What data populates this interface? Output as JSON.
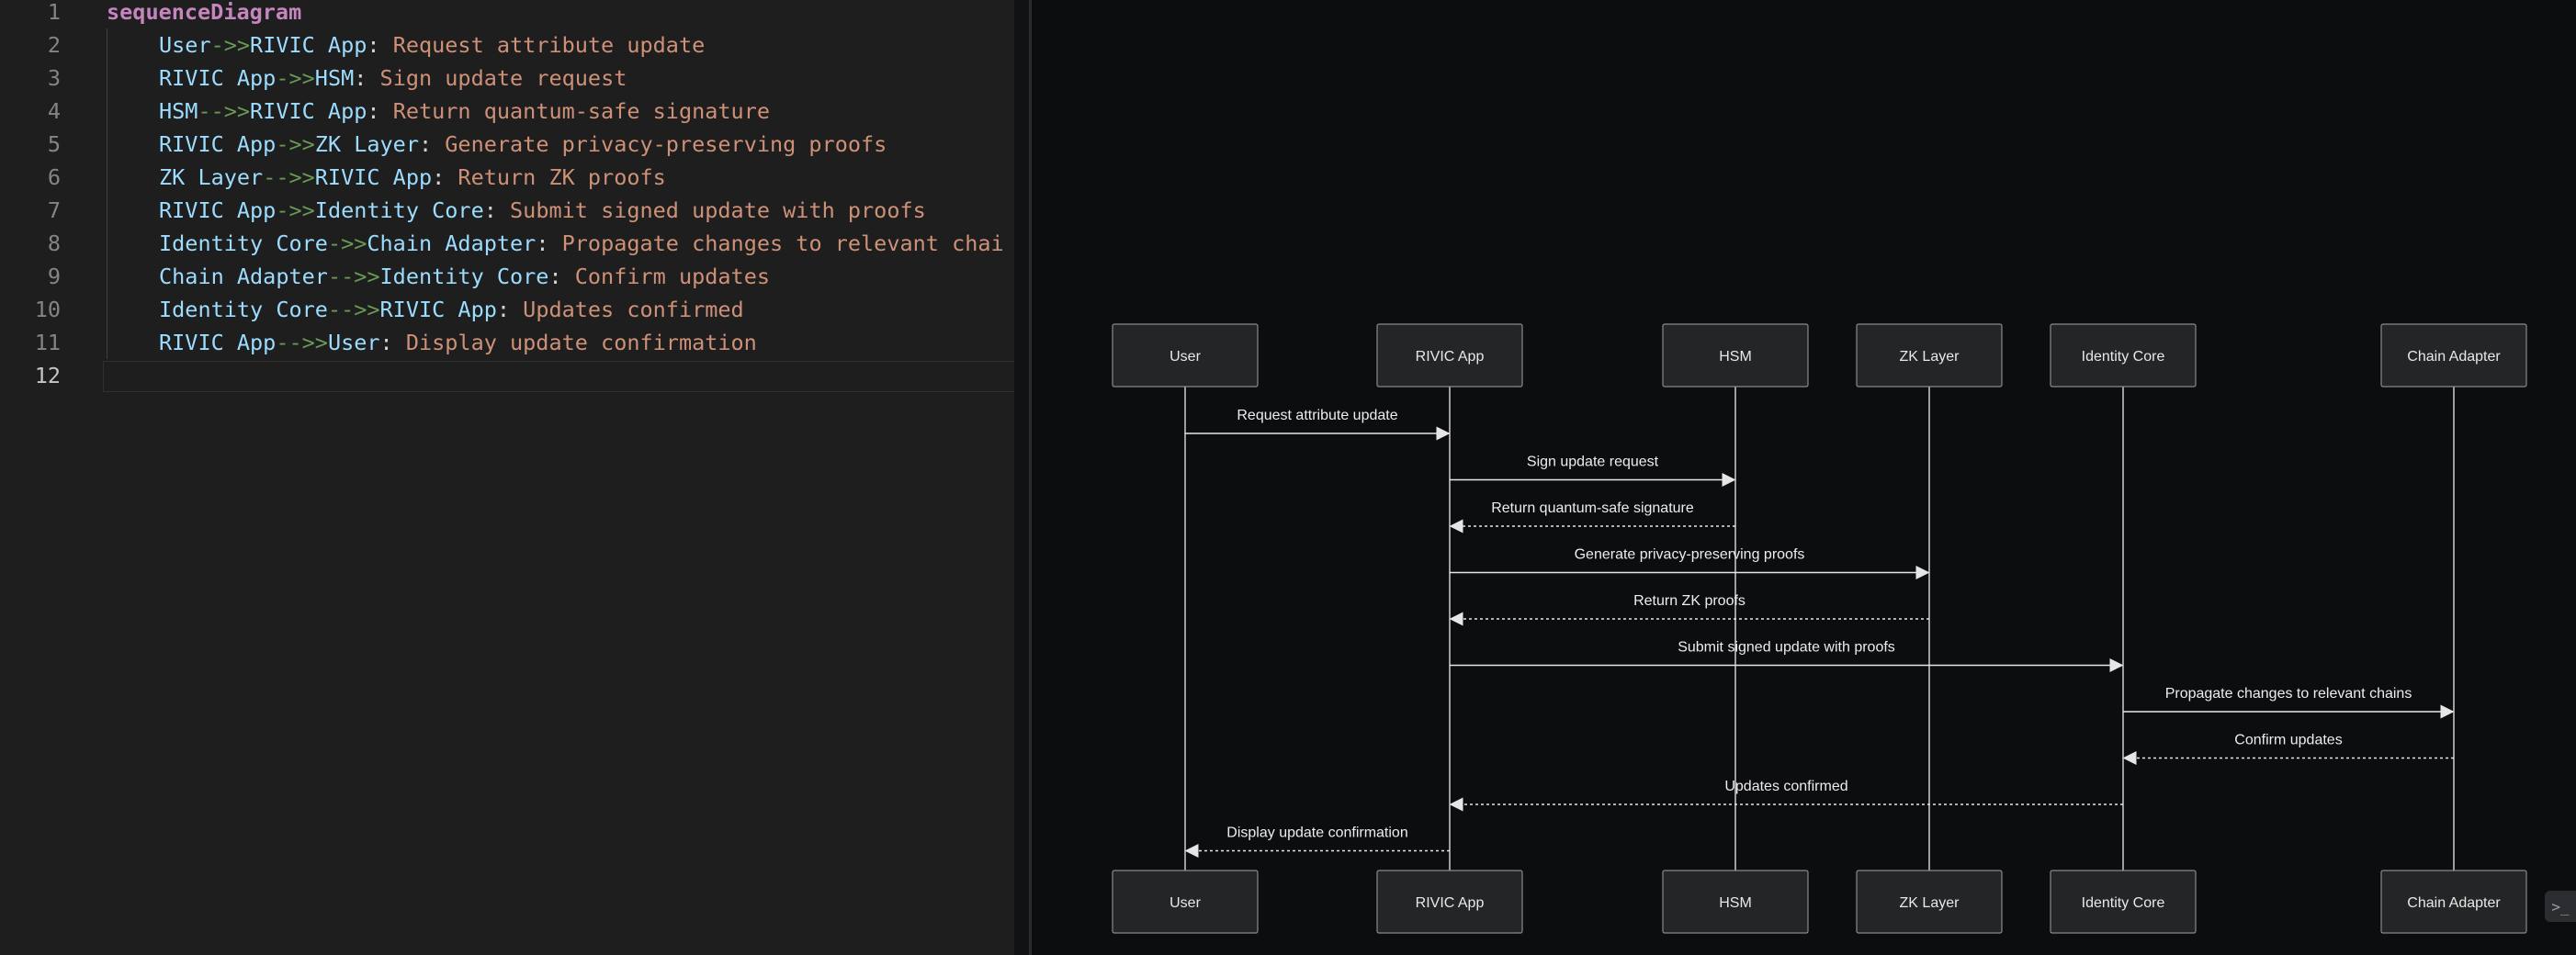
{
  "editor": {
    "lines": [
      {
        "num": "1",
        "tokens": [
          {
            "t": "sequenceDiagram",
            "k": "kw"
          }
        ]
      },
      {
        "num": "2",
        "tokens": [
          {
            "t": "User",
            "k": "actor"
          },
          {
            "t": "->>",
            "k": "arrow"
          },
          {
            "t": "RIVIC App",
            "k": "actor"
          },
          {
            "t": ": ",
            "k": "punct"
          },
          {
            "t": "Request attribute update",
            "k": "msg"
          }
        ]
      },
      {
        "num": "3",
        "tokens": [
          {
            "t": "RIVIC App",
            "k": "actor"
          },
          {
            "t": "->>",
            "k": "arrow"
          },
          {
            "t": "HSM",
            "k": "actor"
          },
          {
            "t": ": ",
            "k": "punct"
          },
          {
            "t": "Sign update request",
            "k": "msg"
          }
        ]
      },
      {
        "num": "4",
        "tokens": [
          {
            "t": "HSM",
            "k": "actor"
          },
          {
            "t": "-->>",
            "k": "arrow"
          },
          {
            "t": "RIVIC App",
            "k": "actor"
          },
          {
            "t": ": ",
            "k": "punct"
          },
          {
            "t": "Return quantum-safe signature",
            "k": "msg"
          }
        ]
      },
      {
        "num": "5",
        "tokens": [
          {
            "t": "RIVIC App",
            "k": "actor"
          },
          {
            "t": "->>",
            "k": "arrow"
          },
          {
            "t": "ZK Layer",
            "k": "actor"
          },
          {
            "t": ": ",
            "k": "punct"
          },
          {
            "t": "Generate privacy-preserving proofs",
            "k": "msg"
          }
        ]
      },
      {
        "num": "6",
        "tokens": [
          {
            "t": "ZK Layer",
            "k": "actor"
          },
          {
            "t": "-->>",
            "k": "arrow"
          },
          {
            "t": "RIVIC App",
            "k": "actor"
          },
          {
            "t": ": ",
            "k": "punct"
          },
          {
            "t": "Return ZK proofs",
            "k": "msg"
          }
        ]
      },
      {
        "num": "7",
        "tokens": [
          {
            "t": "RIVIC App",
            "k": "actor"
          },
          {
            "t": "->>",
            "k": "arrow"
          },
          {
            "t": "Identity Core",
            "k": "actor"
          },
          {
            "t": ": ",
            "k": "punct"
          },
          {
            "t": "Submit signed update with proofs",
            "k": "msg"
          }
        ]
      },
      {
        "num": "8",
        "tokens": [
          {
            "t": "Identity Core",
            "k": "actor"
          },
          {
            "t": "->>",
            "k": "arrow"
          },
          {
            "t": "Chain Adapter",
            "k": "actor"
          },
          {
            "t": ": ",
            "k": "punct"
          },
          {
            "t": "Propagate changes to relevant chai",
            "k": "msg"
          }
        ]
      },
      {
        "num": "9",
        "tokens": [
          {
            "t": "Chain Adapter",
            "k": "actor"
          },
          {
            "t": "-->>",
            "k": "arrow"
          },
          {
            "t": "Identity Core",
            "k": "actor"
          },
          {
            "t": ": ",
            "k": "punct"
          },
          {
            "t": "Confirm updates",
            "k": "msg"
          }
        ]
      },
      {
        "num": "10",
        "tokens": [
          {
            "t": "Identity Core",
            "k": "actor"
          },
          {
            "t": "-->>",
            "k": "arrow"
          },
          {
            "t": "RIVIC App",
            "k": "actor"
          },
          {
            "t": ": ",
            "k": "punct"
          },
          {
            "t": "Updates confirmed",
            "k": "msg"
          }
        ]
      },
      {
        "num": "11",
        "tokens": [
          {
            "t": "RIVIC App",
            "k": "actor"
          },
          {
            "t": "-->>",
            "k": "arrow"
          },
          {
            "t": "User",
            "k": "actor"
          },
          {
            "t": ": ",
            "k": "punct"
          },
          {
            "t": "Display update confirmation",
            "k": "msg"
          }
        ]
      },
      {
        "num": "12",
        "tokens": []
      }
    ]
  },
  "diagram": {
    "participants": [
      "User",
      "RIVIC App",
      "HSM",
      "ZK Layer",
      "Identity Core",
      "Chain Adapter"
    ],
    "messages": [
      {
        "from": 0,
        "to": 1,
        "text": "Request attribute update",
        "dashed": false
      },
      {
        "from": 1,
        "to": 2,
        "text": "Sign update request",
        "dashed": false
      },
      {
        "from": 2,
        "to": 1,
        "text": "Return quantum-safe signature",
        "dashed": true
      },
      {
        "from": 1,
        "to": 3,
        "text": "Generate privacy-preserving proofs",
        "dashed": false
      },
      {
        "from": 3,
        "to": 1,
        "text": "Return ZK proofs",
        "dashed": true
      },
      {
        "from": 1,
        "to": 4,
        "text": "Submit signed update with proofs",
        "dashed": false
      },
      {
        "from": 4,
        "to": 5,
        "text": "Propagate changes to relevant chains",
        "dashed": false
      },
      {
        "from": 5,
        "to": 4,
        "text": "Confirm updates",
        "dashed": true
      },
      {
        "from": 4,
        "to": 1,
        "text": "Updates confirmed",
        "dashed": true
      },
      {
        "from": 1,
        "to": 0,
        "text": "Display update confirmation",
        "dashed": true
      }
    ]
  },
  "terminal_toggle_icon": "terminal-icon",
  "terminal_toggle_glyph": ">_"
}
